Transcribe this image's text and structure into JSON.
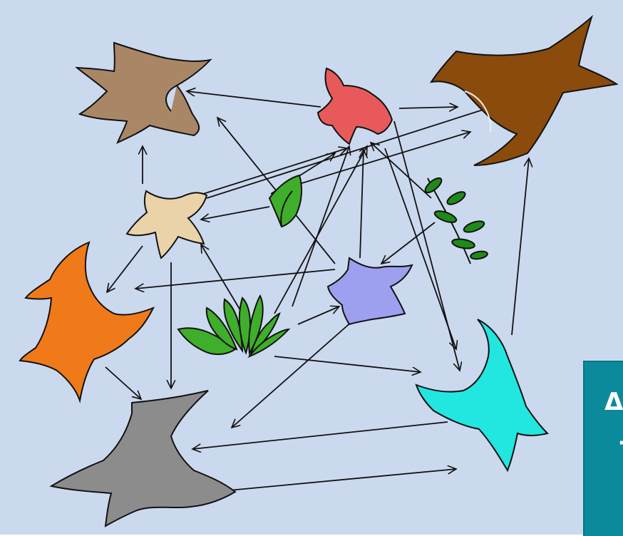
{
  "colors": {
    "background": "#cbd9ee",
    "panel": "#0b8a9b",
    "shark_brown_tan": "#a98766",
    "shark_brown_dark": "#8a4b0c",
    "shark_orange": "#f07a1a",
    "shark_gray": "#8c8c8c",
    "shark_cyan": "#22e6e0",
    "fish_red": "#e85a5a",
    "fish_cream": "#ead3a8",
    "fish_blue": "#9da0ee",
    "plant_green": "#3fae2a"
  },
  "nodes": [
    {
      "id": "shark-tan",
      "kind": "shark",
      "color": "#a98766"
    },
    {
      "id": "shark-brown",
      "kind": "shark",
      "color": "#8a4b0c"
    },
    {
      "id": "shark-orange",
      "kind": "shark",
      "color": "#f07a1a"
    },
    {
      "id": "shark-gray",
      "kind": "shark",
      "color": "#8c8c8c"
    },
    {
      "id": "shark-cyan",
      "kind": "shark",
      "color": "#22e6e0"
    },
    {
      "id": "fish-red",
      "kind": "fish",
      "color": "#e85a5a"
    },
    {
      "id": "fish-cream",
      "kind": "fish",
      "color": "#ead3a8"
    },
    {
      "id": "fish-blue",
      "kind": "fish",
      "color": "#9da0ee"
    },
    {
      "id": "seaweed-leaf",
      "kind": "plant",
      "color": "#3fae2a"
    },
    {
      "id": "seaweed-branch",
      "kind": "plant",
      "color": "#1f8a1a"
    },
    {
      "id": "seaweed-clump",
      "kind": "plant",
      "color": "#3fae2a"
    }
  ],
  "panel_text": [
    "Δ",
    "-"
  ]
}
